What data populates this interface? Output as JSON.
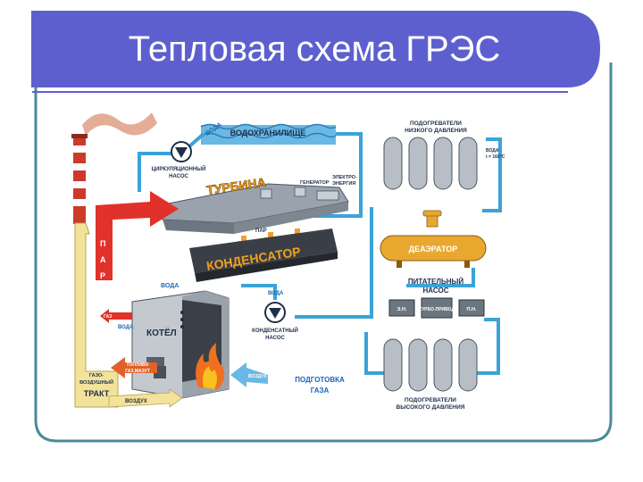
{
  "slide": {
    "title": "Тепловая схема ГРЭС"
  },
  "diagram": {
    "reservoir": "ВОДОХРАНИЛИЩЕ",
    "water_top": "ВОДА",
    "circ_pump": [
      "ЦИРКУЛЯЦИОННЫЙ",
      "НАСОС"
    ],
    "turbine": "ТУРБИНА",
    "generator": "ГЕНЕРАТОР",
    "power": [
      "ЭЛЕКТРО-",
      "ЭНЕРГИЯ"
    ],
    "steam": "ПАР",
    "steam_small": "ПАР",
    "condenser": "КОНДЕНСАТОР",
    "water_mid": "ВОДА",
    "water_cond": "ВОДА",
    "cond_pump": [
      "КОНДЕНСАТНЫЙ",
      "НАСОС"
    ],
    "boiler": "КОТЁЛ",
    "gas_left": "ГАЗ",
    "water_steam": "ВОДА",
    "air": "ВОЗДУХ",
    "fuel": [
      "ТОПЛИВО",
      "ГАЗ,МАЗУТ"
    ],
    "gas_air_tract": [
      "ГАЗО-",
      "ВОЗДУШНЫЙ",
      "ТРАКТ"
    ],
    "air_bottom": "ВОЗДУХ",
    "gas_prep": [
      "ПОДГОТОВКА",
      "ГАЗА"
    ],
    "lp_heaters": [
      "ПОДОГРЕВАТЕЛИ",
      "НИЗКОГО ДАВЛЕНИЯ"
    ],
    "water_temp": [
      "ВОДА",
      "t = 160°C"
    ],
    "deaerator": "ДЕАЭРАТОР",
    "feed_pump": [
      "ПИТАТЕЛЬНЫЙ",
      "НАСОС"
    ],
    "pump_boxes": [
      "Э.Н.",
      "ТУРБО-ПРИВОД",
      "П.Н."
    ],
    "hp_heaters": [
      "ПОДОГРЕВАТЕЛИ",
      "ВЫСОКОГО ДАВЛЕНИЯ"
    ]
  }
}
